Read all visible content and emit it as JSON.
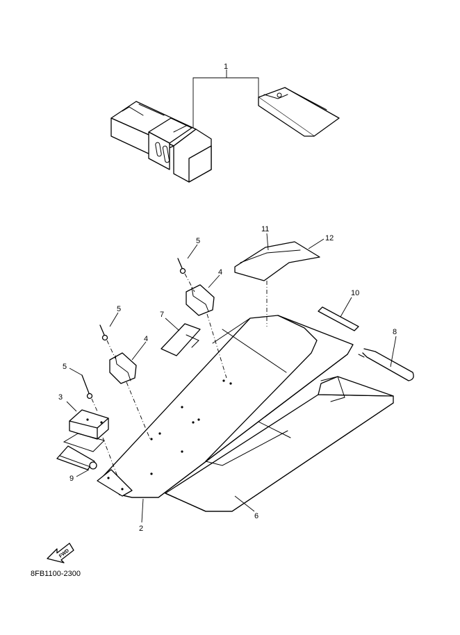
{
  "callouts": {
    "c1": "1",
    "c2": "2",
    "c3": "3",
    "c4a": "4",
    "c4b": "4",
    "c5a": "5",
    "c5b": "5",
    "c5c": "5",
    "c6": "6",
    "c7": "7",
    "c8": "8",
    "c9": "9",
    "c10": "10",
    "c11": "11",
    "c12": "12"
  },
  "fwd_label": "FWD",
  "diagram_code": "8FB1100-2300"
}
